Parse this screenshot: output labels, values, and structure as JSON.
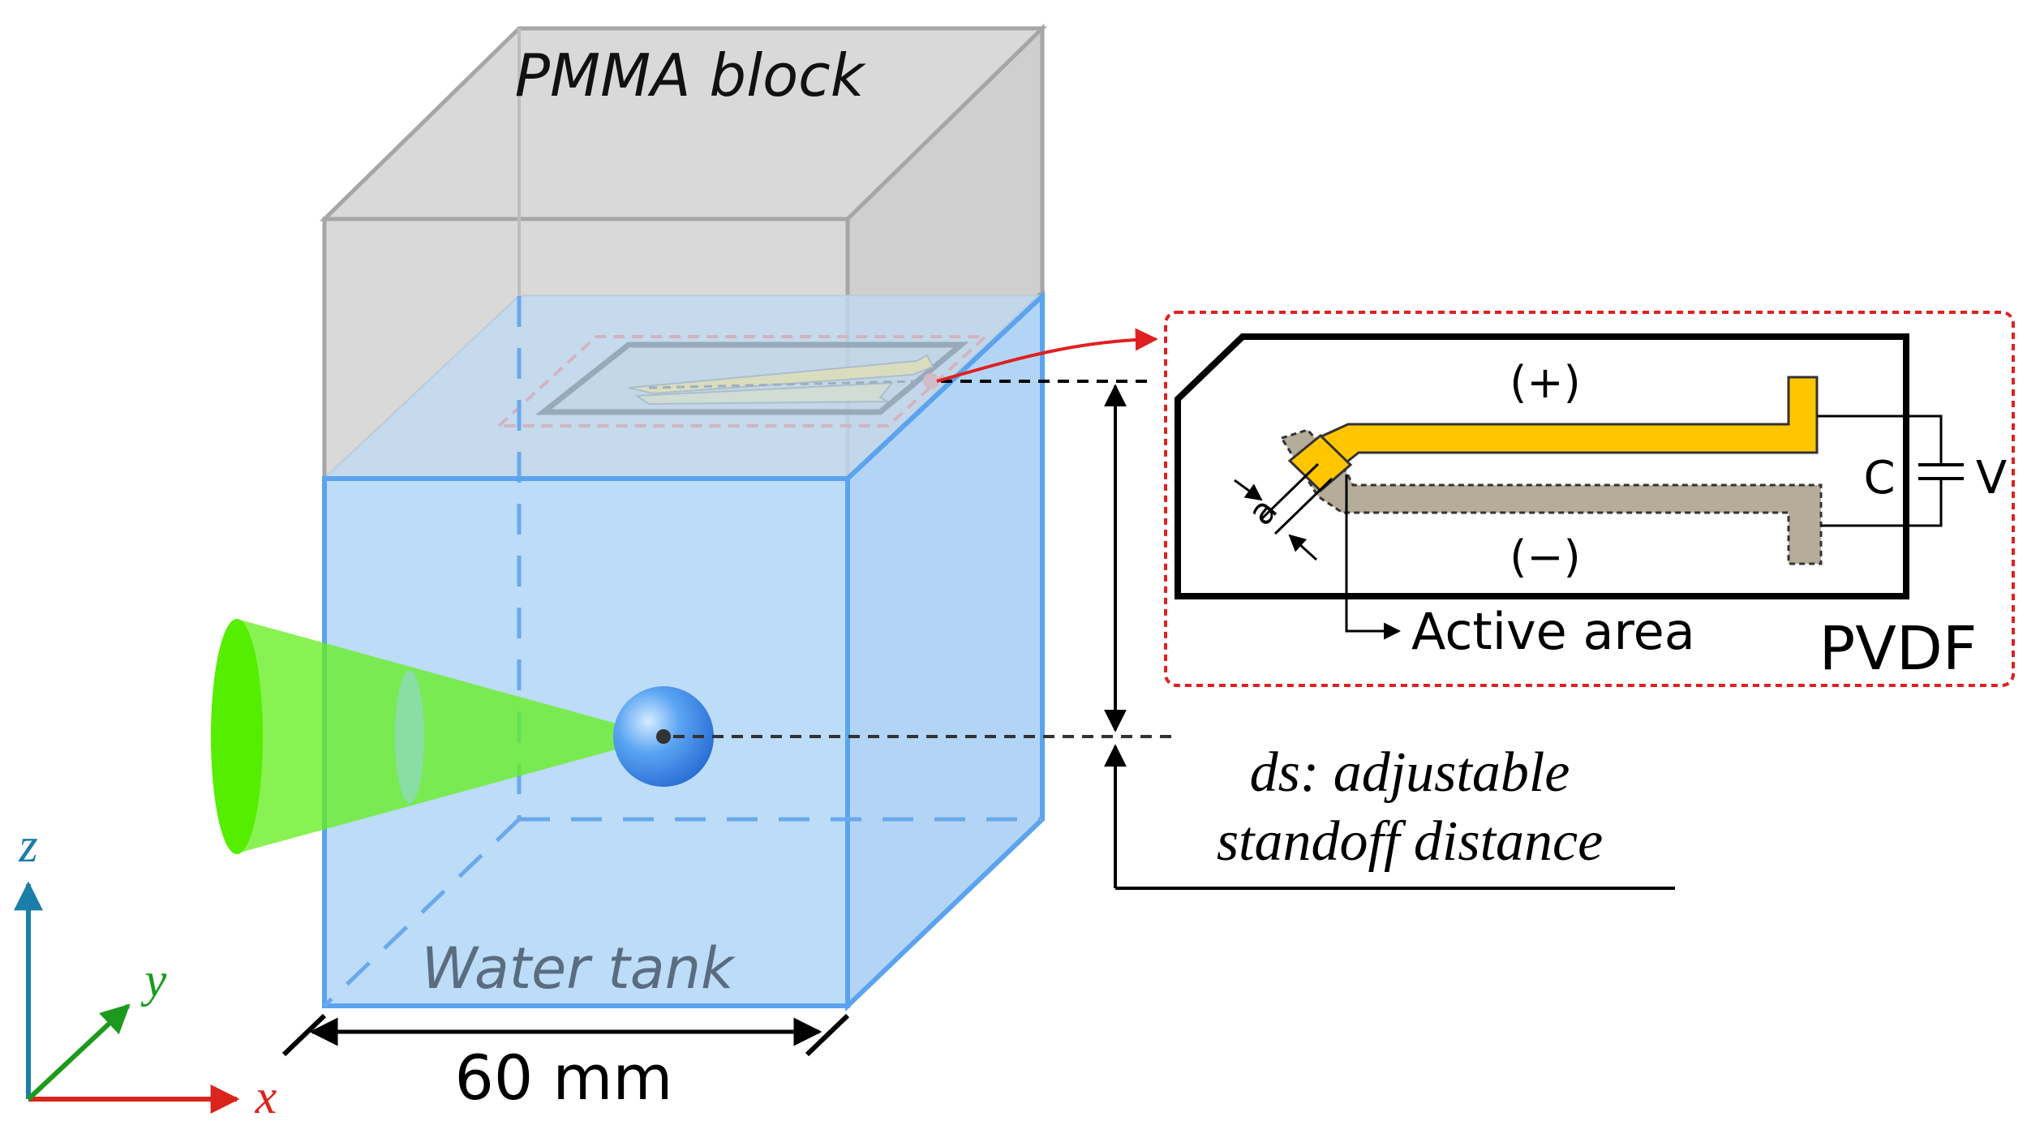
{
  "labels": {
    "pmma_block": "PMMA block",
    "water_tank": "Water tank",
    "width_dimension": "60 mm",
    "standoff_line1": "ds: adjustable",
    "standoff_line2": "standoff distance",
    "positive_electrode": "(+)",
    "negative_electrode": "(−)",
    "capacitor": "C",
    "voltage": "V",
    "aperture": "a",
    "active_area": "Active area",
    "sensor_material": "PVDF"
  },
  "axes": {
    "x": "x",
    "y": "y",
    "z": "z"
  },
  "colors": {
    "pmma_fill": "#d9d9d9",
    "pmma_edge": "#a6a6a6",
    "water_fill": "#bcdcf8",
    "water_edge": "#5ba3ee",
    "laser_green": "#55ee00",
    "bubble_blue": "#3f8ff0",
    "positive_electrode": "#ffc600",
    "negative_electrode": "#b5ad9a",
    "callout_red": "#e02020",
    "axis_x": "#d9251c",
    "axis_y": "#1d9a1d",
    "axis_z": "#1b7ea8"
  },
  "icons": {
    "arrowheads": "filled-triangle",
    "bubble": "sphere"
  }
}
